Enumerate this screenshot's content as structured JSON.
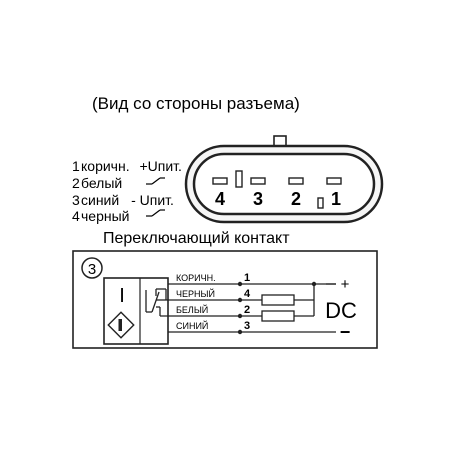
{
  "title": "(Вид со стороны разъема)",
  "pinout": [
    {
      "num": "1",
      "label": "коричн.",
      "signal": "+Uпит."
    },
    {
      "num": "2",
      "label": "белый",
      "signal": ""
    },
    {
      "num": "3",
      "label": "синий",
      "signal": "- Uпит."
    },
    {
      "num": "4",
      "label": "черный",
      "signal": ""
    }
  ],
  "connector": {
    "pins": [
      "4",
      "3",
      "2",
      "1"
    ]
  },
  "section_title": "Переключающий контакт",
  "schematic": {
    "diagram_number": "3",
    "sensor_label": "I",
    "wires": [
      {
        "color": "КОРИЧН.",
        "pin": "1"
      },
      {
        "color": "ЧЕРНЫЙ",
        "pin": "4"
      },
      {
        "color": "БЕЛЫЙ",
        "pin": "2"
      },
      {
        "color": "СИНИЙ",
        "pin": "3"
      }
    ],
    "plus": "+",
    "minus": "−",
    "supply": "DC"
  }
}
